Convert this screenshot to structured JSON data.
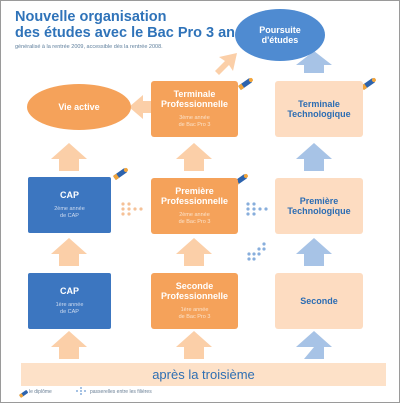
{
  "header": {
    "title_line1": "Nouvelle organisation",
    "title_line2": "des études avec le Bac Pro 3 ans",
    "subtitle": "généralisé à la rentrée 2009, accessible dès la rentrée 2008."
  },
  "top": {
    "vie_active": "Vie active",
    "poursuite": "Poursuite\nd'études"
  },
  "pro": {
    "terminale": {
      "name": "Terminale\nProfessionnelle",
      "sub": "3ème année\nde Bac Pro 3"
    },
    "premiere": {
      "name": "Première\nProfessionnelle",
      "sub": "2ème année\nde Bac Pro 3"
    },
    "seconde": {
      "name": "Seconde\nProfessionnelle",
      "sub": "1ère année\nde Bac Pro 3"
    }
  },
  "cap": {
    "upper": {
      "name": "CAP",
      "sub": "2ème année\nde CAP"
    },
    "lower": {
      "name": "CAP",
      "sub": "1ère année\nde CAP"
    }
  },
  "techno": {
    "terminale": "Terminale\nTechnologique",
    "premiere": "Première\nTechnologique",
    "seconde": "Seconde"
  },
  "bottom": {
    "label": "après la troisième"
  },
  "legend": {
    "diplome": "le diplôme",
    "passerelles": "passerelles entre les filières"
  },
  "colors": {
    "orange": "#f5a25a",
    "blue": "#3c76c0",
    "peach": "#fddcc1",
    "oval_blue": "#4f8bd1",
    "arrow_peach": "#fbcfa8",
    "arrow_blue": "#a7c3e6"
  },
  "icons": [
    "diploma-icon",
    "up-arrow-icon",
    "dotted-arrow-icon"
  ]
}
